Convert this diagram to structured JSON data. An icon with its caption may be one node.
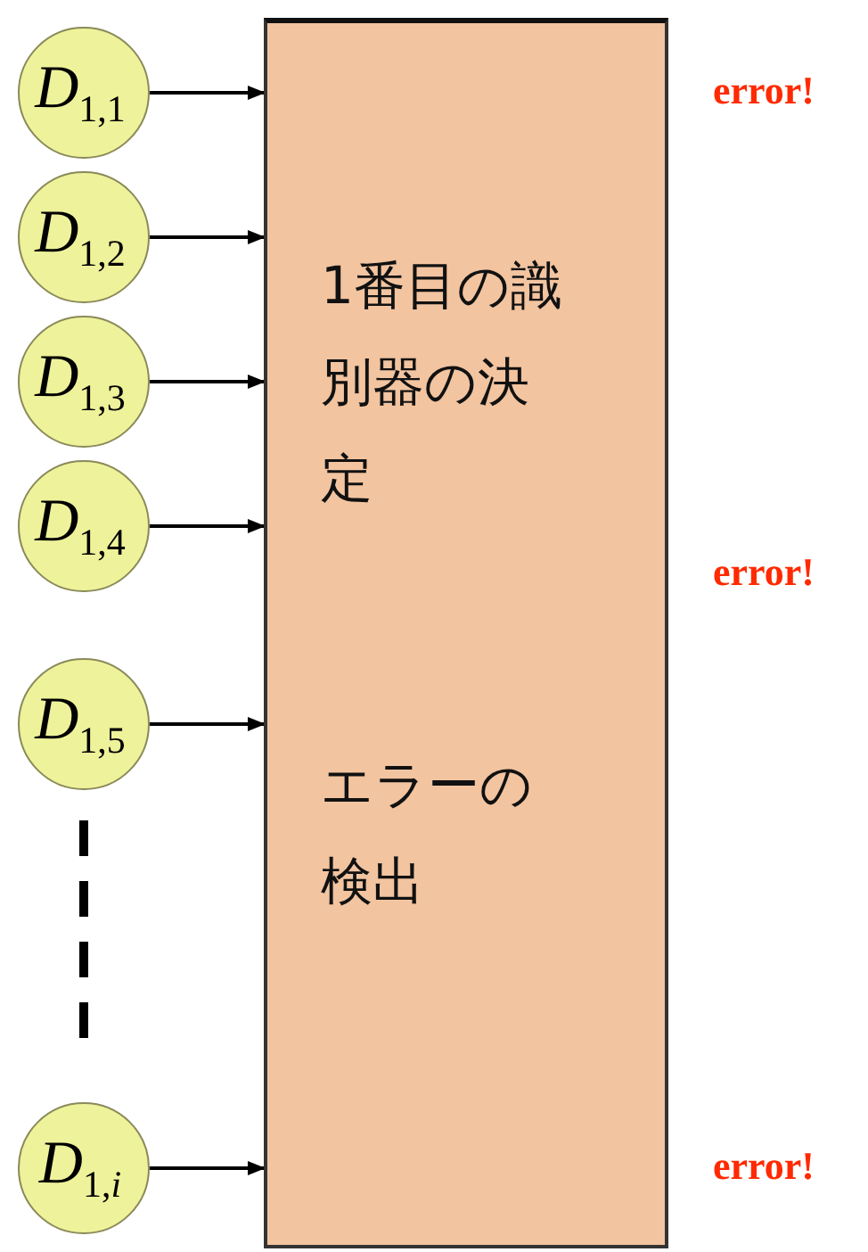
{
  "diagram": {
    "nodes": [
      {
        "text": [
          "*D*$_{1,1}$"
        ]
      },
      {
        "text": [
          "*D*$_{1,2}$"
        ]
      },
      {
        "text": [
          "*D*$_{1,3}$"
        ]
      },
      {
        "text": [
          "*D*$_{1,4}$"
        ]
      },
      {
        "text": [
          "*D*$_{1,5}$"
        ]
      },
      {
        "text": [
          "*D*$_{1,}$*$_{i}$*"
        ]
      },
      {
        "text": [
          "1番目の識別器の決定",
          "エラーの検出"
        ]
      }
    ],
    "edges": [
      {
        "from": 0,
        "to": 6,
        "arrow": "to"
      },
      {
        "from": 1,
        "to": 6,
        "arrow": "to"
      },
      {
        "from": 2,
        "to": 6,
        "arrow": "to"
      },
      {
        "from": 3,
        "to": 6,
        "arrow": "to"
      },
      {
        "from": 4,
        "to": 6,
        "arrow": "to"
      },
      {
        "from": 5,
        "to": 6,
        "arrow": "to"
      }
    ],
    "labels": [
      "error!",
      "error!",
      "error!"
    ]
  }
}
